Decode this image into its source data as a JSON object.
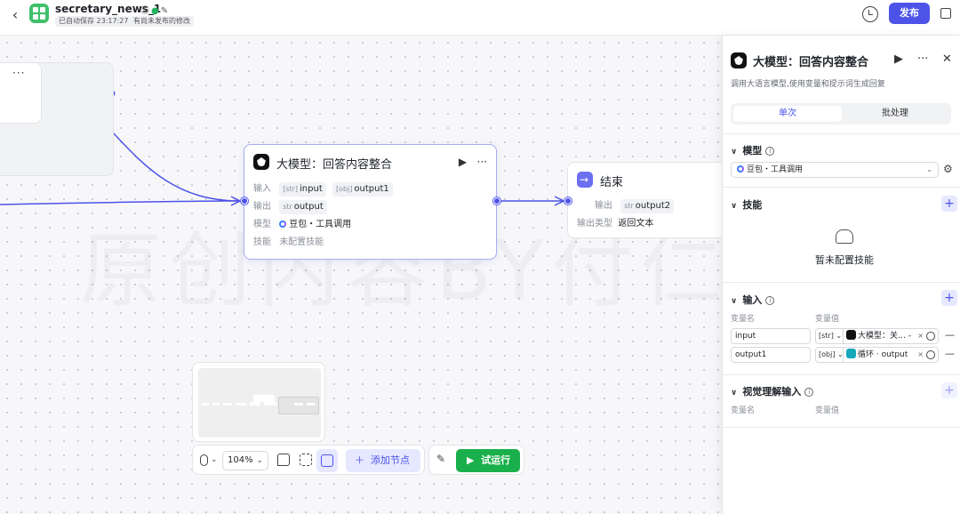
{
  "header": {
    "back_label": "‹",
    "app_name": "secretary_news_1",
    "autosave": "已自动保存 23:17:27",
    "unpublished": "有尚未发布的修改",
    "publish_label": "发布"
  },
  "canvas": {
    "watermark": "原创内容BY付仁杰",
    "llm_node": {
      "title": "大模型：回答内容整合",
      "input_label": "输入",
      "inputs": [
        {
          "type": "[str]",
          "name": "input"
        },
        {
          "type": "[obj]",
          "name": "output1"
        }
      ],
      "output_label": "输出",
      "output": {
        "type": "str",
        "name": "output"
      },
      "model_label": "模型",
      "model_value": "豆包・工具调用",
      "skill_label": "技能",
      "skill_value": "未配置技能"
    },
    "end_node": {
      "title": "结束",
      "output_label": "输出",
      "output": {
        "type": "str",
        "name": "output2"
      },
      "output_type_label": "输出类型",
      "output_type_value": "返回文本"
    }
  },
  "toolbar": {
    "zoom": "104%",
    "add_node_label": "添加节点",
    "run_label": "试运行"
  },
  "panel": {
    "title": "大模型：回答内容整合",
    "description": "调用大语言模型,使用变量和提示词生成回复",
    "tabs": [
      "单次",
      "批处理"
    ],
    "model_section": "模型",
    "model_value": "豆包・工具调用",
    "skills_section": "技能",
    "skills_empty": "暂未配置技能",
    "input_section": "输入",
    "col_name": "变量名",
    "col_value": "变量值",
    "input_rows": [
      {
        "name": "input",
        "type": "[str]",
        "value": "大模型：关…  -"
      },
      {
        "name": "output1",
        "type": "[obj]",
        "value": "循环 · output"
      }
    ],
    "vision_section": "视觉理解输入",
    "vision_col_name": "变量名",
    "vision_col_value": "变量值"
  },
  "colors": {
    "accent": "#4d53e8",
    "run": "#19b04b",
    "app_icon": "#3fc06b"
  }
}
